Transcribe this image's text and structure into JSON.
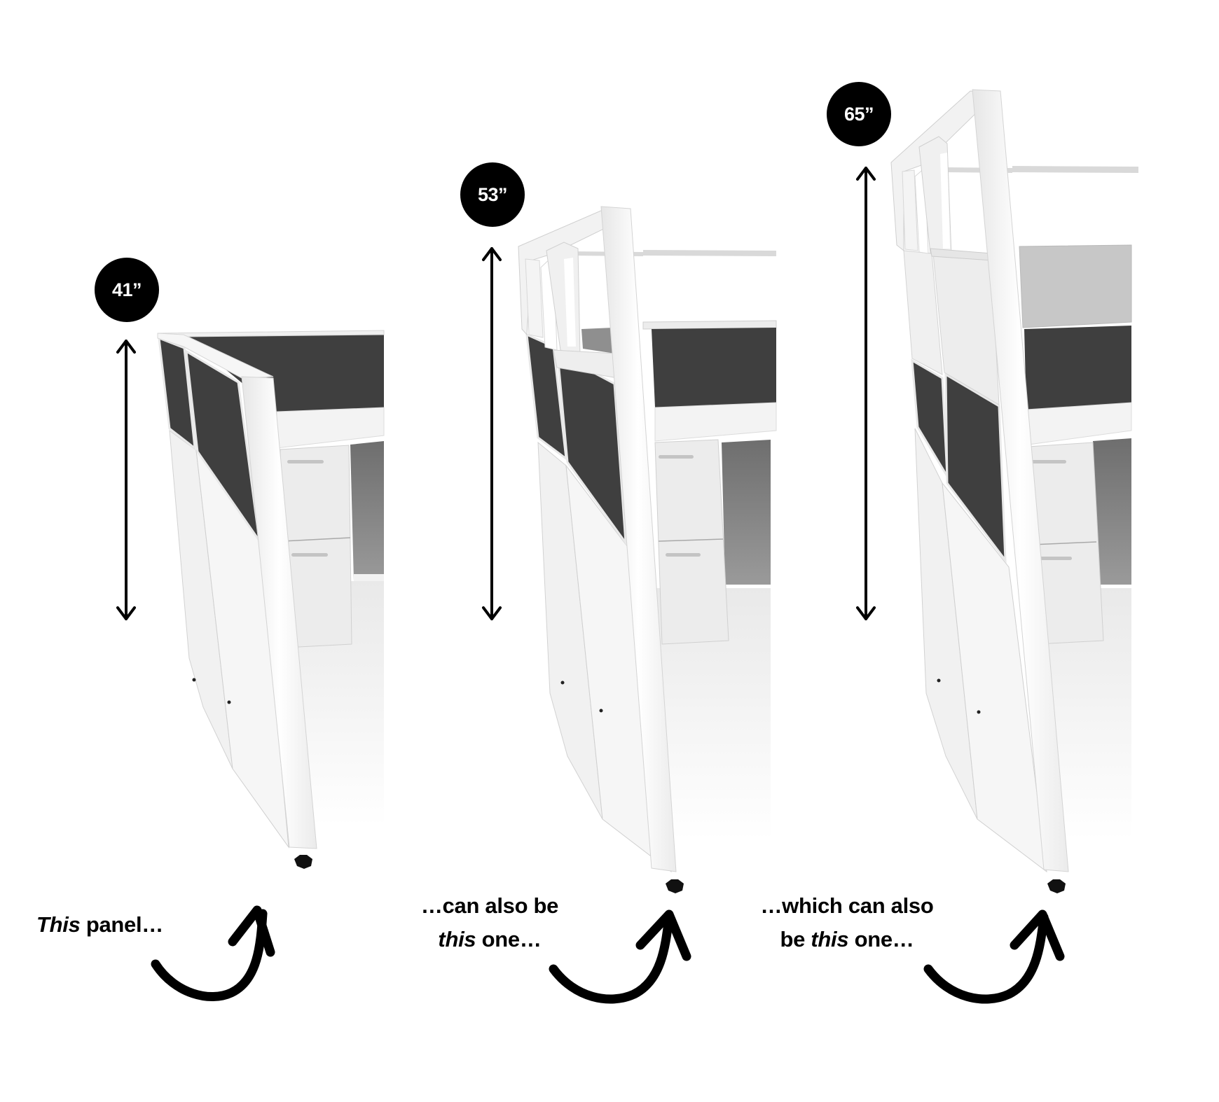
{
  "figure": {
    "panels": [
      {
        "height_label": "41”",
        "caption_lines": [
          {
            "italic": "This",
            "rest": " panel…"
          }
        ]
      },
      {
        "height_label": "53”",
        "caption_lines": [
          {
            "pre": "…can also be"
          },
          {
            "italic": "this",
            "rest": " one…"
          }
        ]
      },
      {
        "height_label": "65”",
        "caption_lines": [
          {
            "pre": "…which can also"
          },
          {
            "pre": "be ",
            "italic": "this",
            "rest": " one…"
          }
        ]
      }
    ],
    "icons": {
      "dimension_arrow": "double-headed-vertical-arrow",
      "transition_arrow": "curved-arrow-up-right"
    },
    "colors": {
      "background": "#ffffff",
      "badge": "#000000",
      "badge_text": "#ffffff",
      "fabric_panel": "#3f3f3f",
      "frame_white": "#f4f4f4",
      "shadow_gray": "#8a8a8a"
    }
  }
}
